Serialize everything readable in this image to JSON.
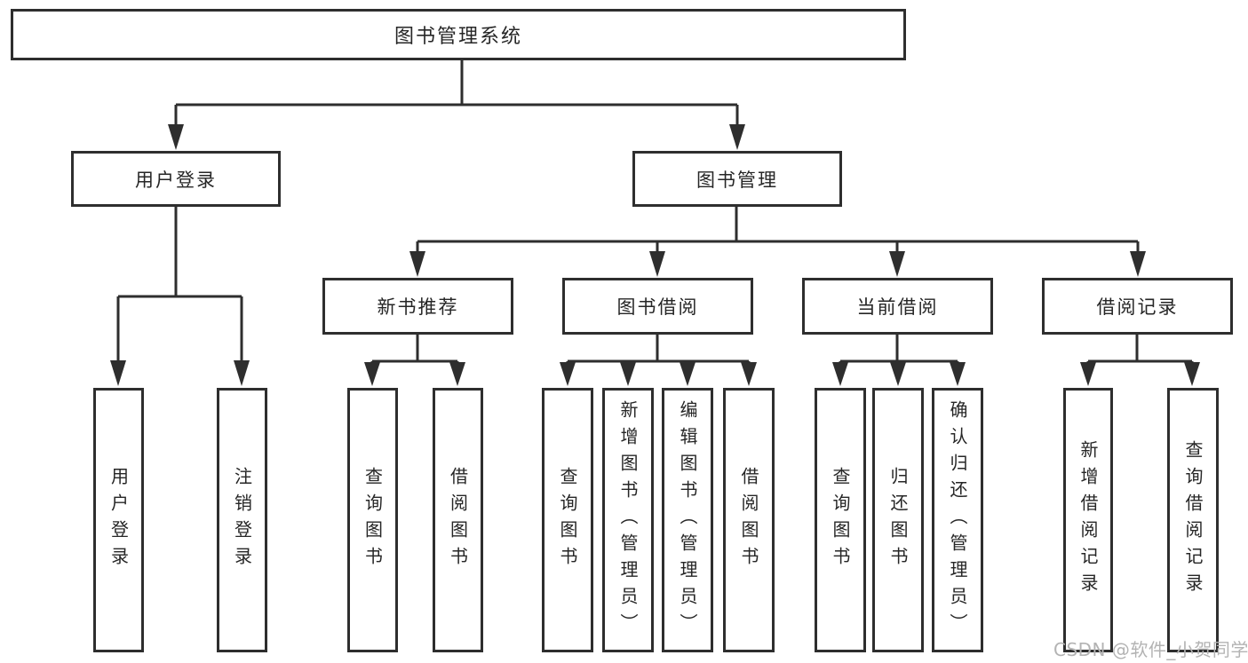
{
  "diagram": {
    "title": "图书管理系统",
    "user_login": {
      "label": "用户登录",
      "children": [
        {
          "label": "用户登录"
        },
        {
          "label": "注销登录"
        }
      ]
    },
    "book_management": {
      "label": "图书管理",
      "modules": [
        {
          "label": "新书推荐",
          "children": [
            {
              "label": "查询图书"
            },
            {
              "label": "借阅图书"
            }
          ]
        },
        {
          "label": "图书借阅",
          "children": [
            {
              "label": "查询图书"
            },
            {
              "label": "新增图书（管理员）"
            },
            {
              "label": "编辑图书（管理员）"
            },
            {
              "label": "借阅图书"
            }
          ]
        },
        {
          "label": "当前借阅",
          "children": [
            {
              "label": "查询图书"
            },
            {
              "label": "归还图书"
            },
            {
              "label": "确认归还（管理员）"
            }
          ]
        },
        {
          "label": "借阅记录",
          "children": [
            {
              "label": "新增借阅记录"
            },
            {
              "label": "查询借阅记录"
            }
          ]
        }
      ]
    }
  },
  "watermark": {
    "text": "CSDN @软件_小贺同学"
  },
  "colors": {
    "line": "#2e2e2e",
    "box_border": "#2e2e2e",
    "text": "#262626",
    "watermark": "#b3b3b3",
    "background": "#ffffff"
  }
}
